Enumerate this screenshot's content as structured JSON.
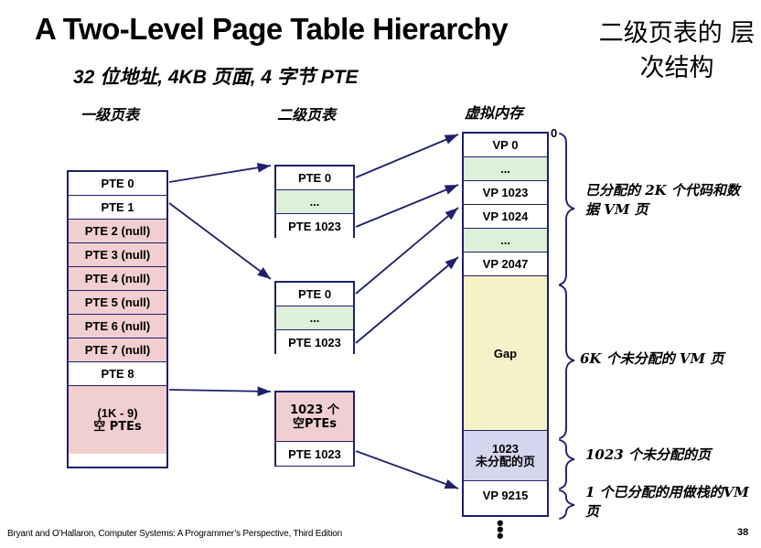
{
  "title": {
    "english": "A Two-Level Page Table Hierarchy",
    "chinese": "二级页表的 层次结构",
    "subtitle": "32 位地址, 4KB 页面, 4 字节 PTE"
  },
  "columns": {
    "level1_header": "一级页表",
    "level2_header": "二级页表",
    "vm_header": "虚拟内存"
  },
  "level1_table": {
    "rows": [
      {
        "label": "PTE 0",
        "style": "white"
      },
      {
        "label": "PTE 1",
        "style": "white"
      },
      {
        "label": "PTE 2 (null)",
        "style": "pink"
      },
      {
        "label": "PTE 3 (null)",
        "style": "pink"
      },
      {
        "label": "PTE 4 (null)",
        "style": "pink"
      },
      {
        "label": "PTE 5 (null)",
        "style": "pink"
      },
      {
        "label": "PTE 6 (null)",
        "style": "pink"
      },
      {
        "label": "PTE 7 (null)",
        "style": "pink"
      },
      {
        "label": "PTE 8",
        "style": "white"
      }
    ],
    "tail_line1": "(1K - 9)",
    "tail_line2": "空 PTEs"
  },
  "level2_tables": [
    {
      "row0": "PTE 0",
      "row1": "...",
      "row2": "PTE 1023"
    },
    {
      "row0": "PTE 0",
      "row1": "...",
      "row2": "PTE 1023"
    }
  ],
  "level2_last": {
    "empty_line1": "1023 个",
    "empty_line2": "空PTEs",
    "row_last": "PTE 1023"
  },
  "virtual_memory": {
    "zero_marker": "0",
    "rows": [
      {
        "label": "VP 0",
        "style": "white"
      },
      {
        "label": "...",
        "style": "green"
      },
      {
        "label": "VP 1023",
        "style": "white"
      },
      {
        "label": "VP 1024",
        "style": "white"
      },
      {
        "label": "...",
        "style": "green"
      },
      {
        "label": "VP 2047",
        "style": "white"
      }
    ],
    "gap_label": "Gap",
    "unalloc_line1": "1023",
    "unalloc_line2": "未分配的页",
    "last_label": "VP 9215"
  },
  "annotations": {
    "allocated": "已分配的 2K 个代码和数据 VM 页",
    "gap": "6K 个未分配的 VM 页",
    "unallocated": "1023 个未分配的页",
    "stack": "1 个已分配的用做栈的VM 页"
  },
  "footer": {
    "citation": "Bryant and O’Hallaron, Computer Systems: A Programmer’s Perspective, Third Edition",
    "page_number": "38"
  },
  "colors": {
    "border": "#1f1f6e",
    "null_pink": "#f2cfcf",
    "ellipsis_green": "#ddf0da",
    "gap_yellow": "#f5f2c8",
    "unalloc_lavender": "#d5d5ee"
  }
}
